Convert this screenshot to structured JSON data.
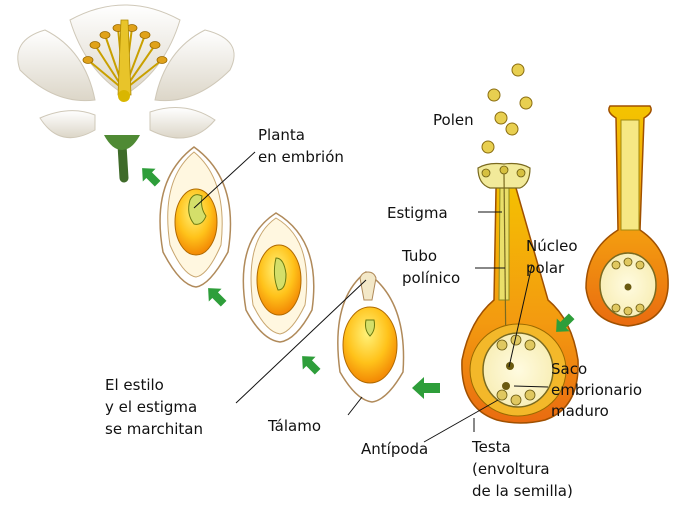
{
  "labels": {
    "polen": "Polen",
    "planta_l1": "Planta",
    "planta_l2": "en embrión",
    "estigma": "Estigma",
    "tubo_l1": "Tubo",
    "tubo_l2": "polínico",
    "nucleo_l1": "Núcleo",
    "nucleo_l2": "polar",
    "saco_l1": "Saco",
    "saco_l2": "embrionario",
    "saco_l3": "maduro",
    "estilo_l1": "El estilo",
    "estilo_l2": "y el estigma",
    "estilo_l3": "se marchitan",
    "talamo": "Tálamo",
    "antipoda": "Antípoda",
    "testa_l1": "Testa",
    "testa_l2": "(envoltura",
    "testa_l3": "de la semilla)"
  },
  "colors": {
    "arrow": "#2e9e3a",
    "seed_outer": "#ffde4a",
    "seed_inner": "#f08a00",
    "ovary_orange": "#ef7a10",
    "style_yellow": "#e6d23a",
    "coat": "#c89a5a",
    "petal": "#f3efe6",
    "stem": "#3f6b2a"
  }
}
